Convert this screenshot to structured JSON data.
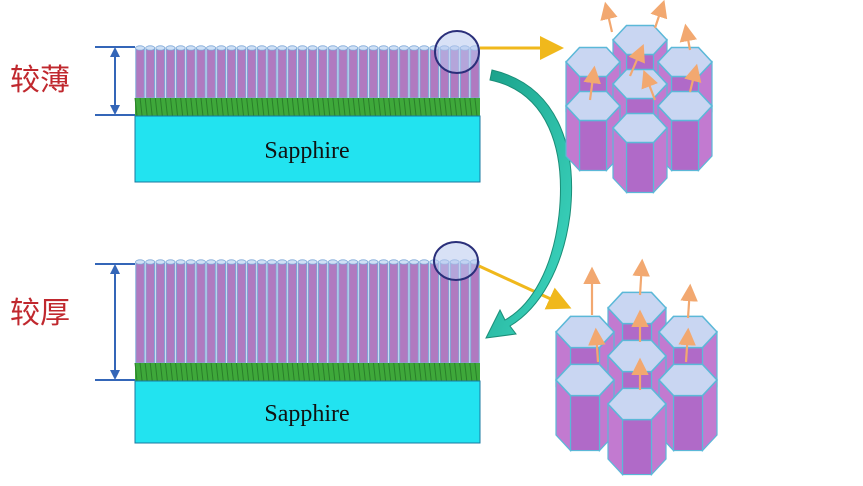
{
  "colors": {
    "sapphire": "#22e3f0",
    "nanorod": "#b07ac0",
    "nanorod_edge": "#7ea8d8",
    "base_layer": "#3ea83a",
    "hex_top": "#c9d6f2",
    "hex_side": "#c27ad0",
    "hex_edge": "#5bb8d8",
    "emission_arrow": "#f2a870",
    "pointer_arrow": "#f0b81c",
    "curved_arrow": "#25c4a8",
    "label_red": "#c0282e",
    "dimension_blue": "#3466b8"
  },
  "panels": [
    {
      "id": "thin",
      "label": "较薄",
      "substrate_label": "Sapphire"
    },
    {
      "id": "thick",
      "label": "较厚",
      "substrate_label": "Sapphire"
    }
  ],
  "icons": [
    "magnifier-circle-icon",
    "pointer-arrow-icon",
    "curved-arrow-icon",
    "emission-arrow-icon"
  ]
}
